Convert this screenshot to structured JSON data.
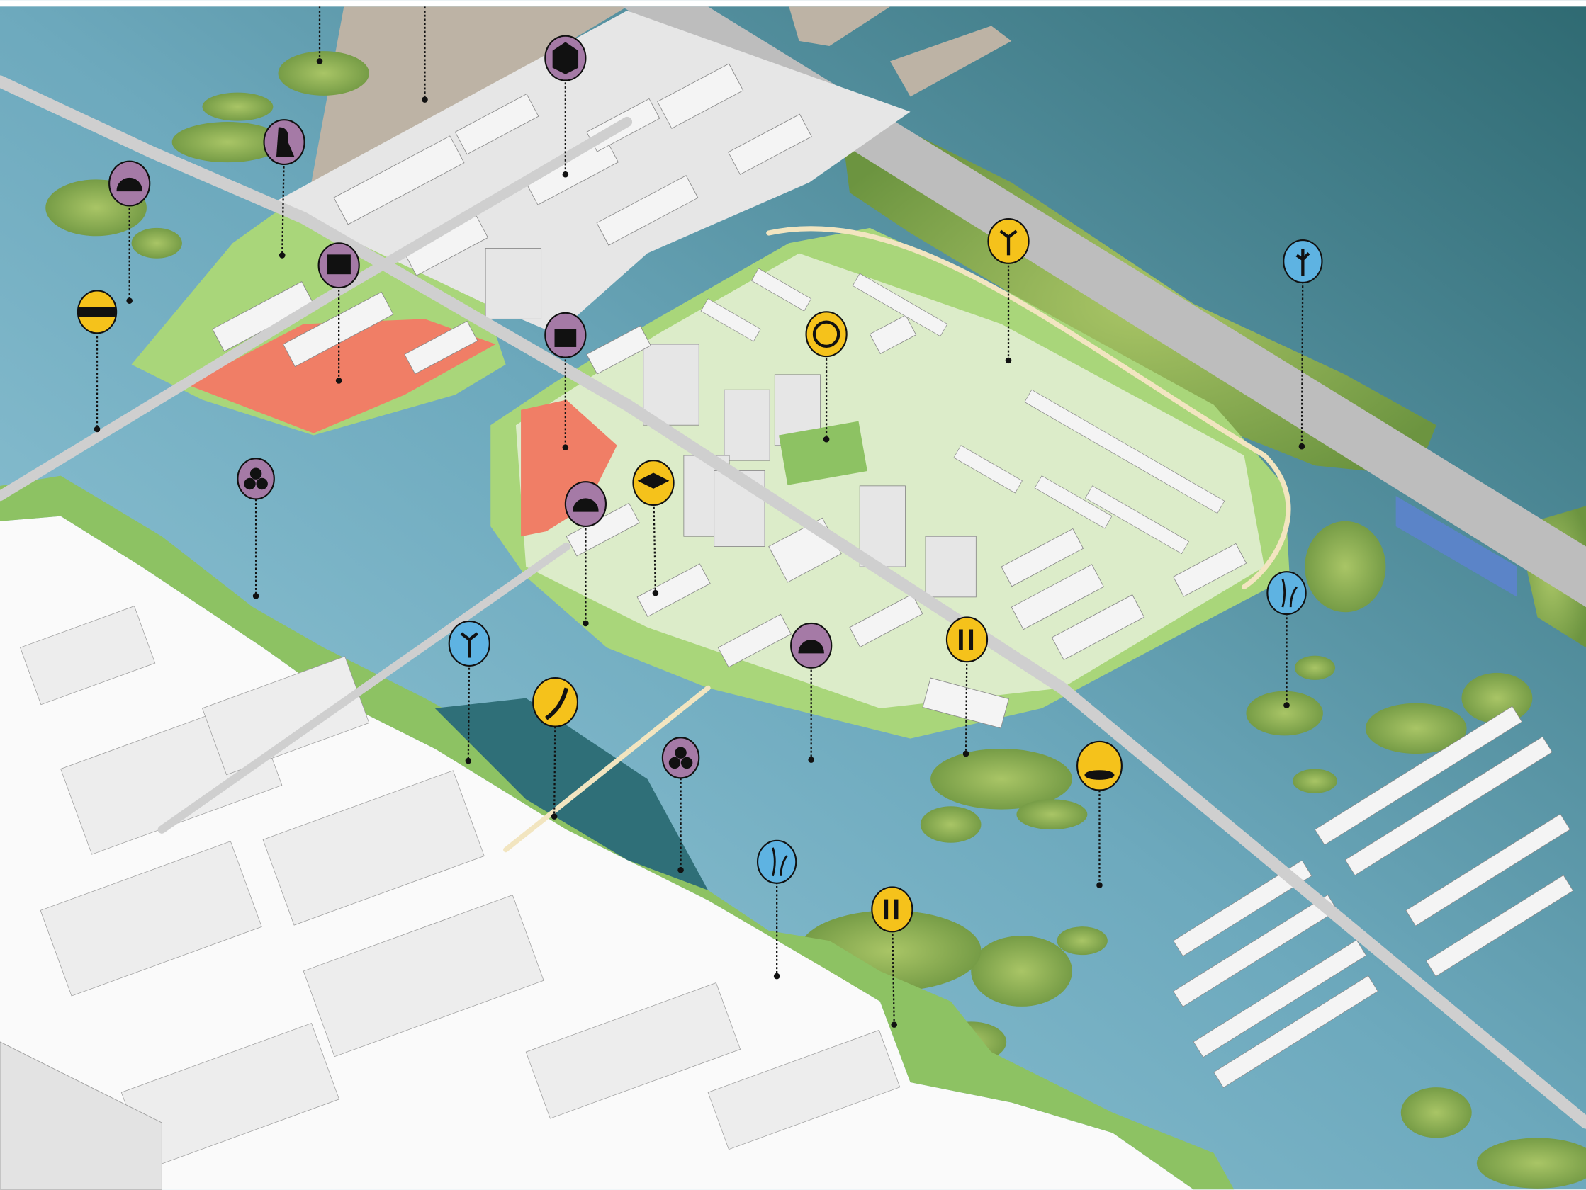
{
  "colors": {
    "water_deep": "#3f7f84",
    "water_light": "#8cc3d6",
    "park_green": "#a9d67a",
    "vegetation": "#7fa84a",
    "commercial_red": "#f07e66",
    "port_tan": "#bdb3a5",
    "building": "#f2f2f2",
    "road": "#d9d9d9",
    "icon_purple": "#a57aa6",
    "icon_yellow": "#f5c21b",
    "icon_blue": "#5eb3e2"
  },
  "legend_icons": {
    "cultural": [
      "shield-house",
      "woman-profile",
      "shell",
      "market-stall",
      "shopping-bag",
      "fish-farming",
      "shell",
      "shell",
      "fish-farming"
    ],
    "social": [
      "bridge",
      "tree",
      "soccer-ball",
      "graduation-cap",
      "pedestrians",
      "road-worker",
      "kayak",
      "pedestrians"
    ],
    "ecological": [
      "seaweed",
      "tree",
      "reed",
      "reed"
    ]
  }
}
